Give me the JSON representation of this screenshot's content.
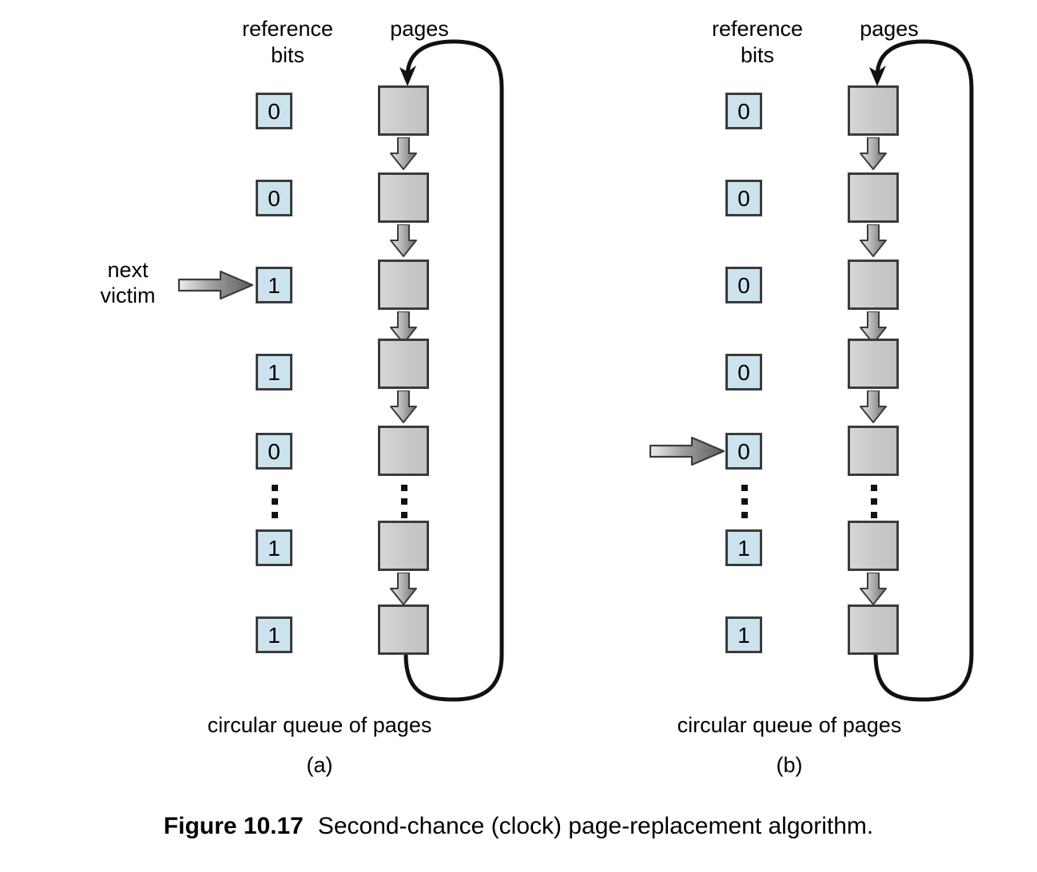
{
  "figure": {
    "number_label": "Figure 10.17",
    "caption": "Second-chance (clock) page-replacement algorithm."
  },
  "headers": {
    "reference_bits": "reference\nbits",
    "pages": "pages"
  },
  "panels": [
    {
      "id": "a",
      "letter": "(a)",
      "queue_caption": "circular queue of pages",
      "pointer": {
        "label": "next\nvictim",
        "target_index": 2,
        "has_label": true
      },
      "reference_bits": [
        "0",
        "0",
        "1",
        "1",
        "0",
        "1",
        "1"
      ],
      "ellipsis_after_index": 4,
      "page_count": 7
    },
    {
      "id": "b",
      "letter": "(b)",
      "queue_caption": "circular queue of pages",
      "pointer": {
        "label": "",
        "target_index": 4,
        "has_label": false
      },
      "reference_bits": [
        "0",
        "0",
        "0",
        "0",
        "0",
        "1",
        "1"
      ],
      "ellipsis_after_index": 4,
      "page_count": 7
    }
  ],
  "colors": {
    "refbit_fill": "#cce3ee",
    "refbit_border": "#3b3b3b",
    "page_fill": "#cccccc",
    "page_border": "#3b3b3b",
    "arrow_dark": "#6e6e6e",
    "arrow_light": "#e8e8e8",
    "loop_stroke": "#111111",
    "text": "#000000",
    "background": "#ffffff"
  }
}
